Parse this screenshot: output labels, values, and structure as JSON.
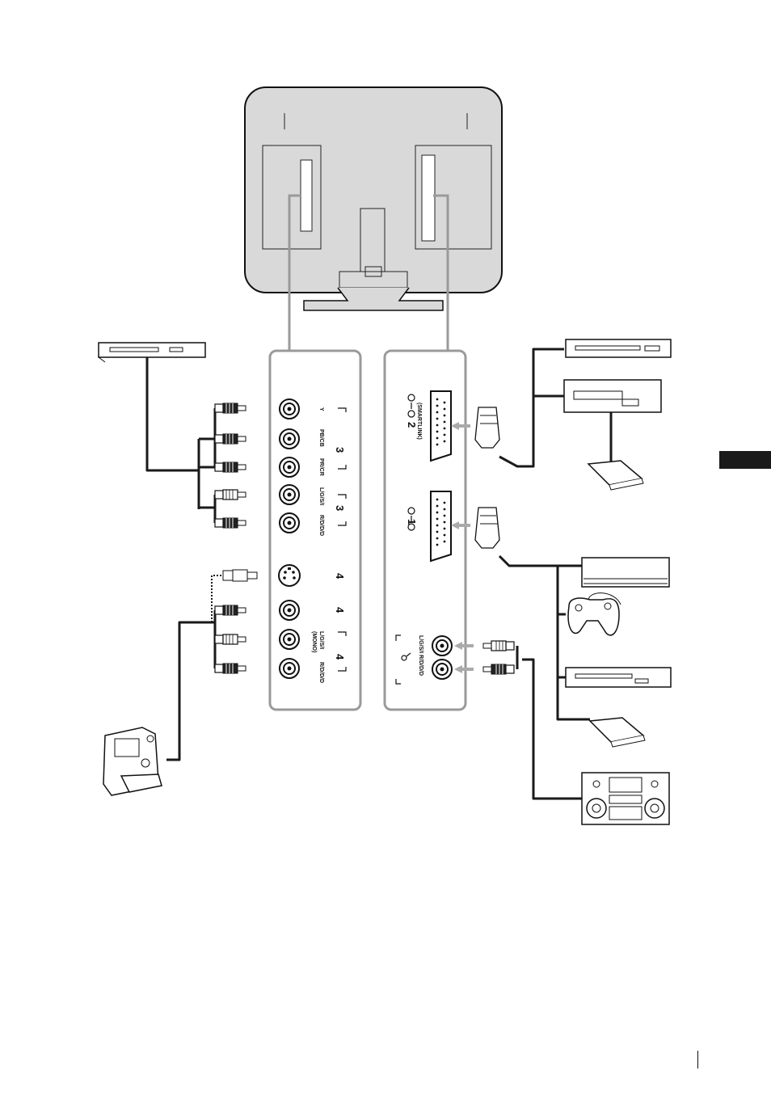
{
  "left_panel": {
    "component_label": "3",
    "y_label": "Y",
    "pb_label": "PB/CB",
    "pr_label": "PR/CR",
    "audio3_label": "3",
    "audio3_left": "L/G/S/I",
    "audio3_right": "R/D/D/D",
    "svideo4_label": "4",
    "video4_label": "4",
    "audio4_label": "4",
    "audio4_left": "L/G/S/I",
    "audio4_mono": "(MONO)",
    "audio4_right": "R/D/D/D"
  },
  "right_panel": {
    "scart2_label": "2",
    "scart2_sub": "(SMARTLINK)",
    "scart1_label": "1",
    "audio_out_left": "L/G/S/I",
    "audio_out_right": "R/D/D/D"
  },
  "colors": {
    "panel_border": "#9a9a9a",
    "tv_fill": "#d9d9d9",
    "cable": "#1a1a1a",
    "tab": "#1a1a1a"
  }
}
